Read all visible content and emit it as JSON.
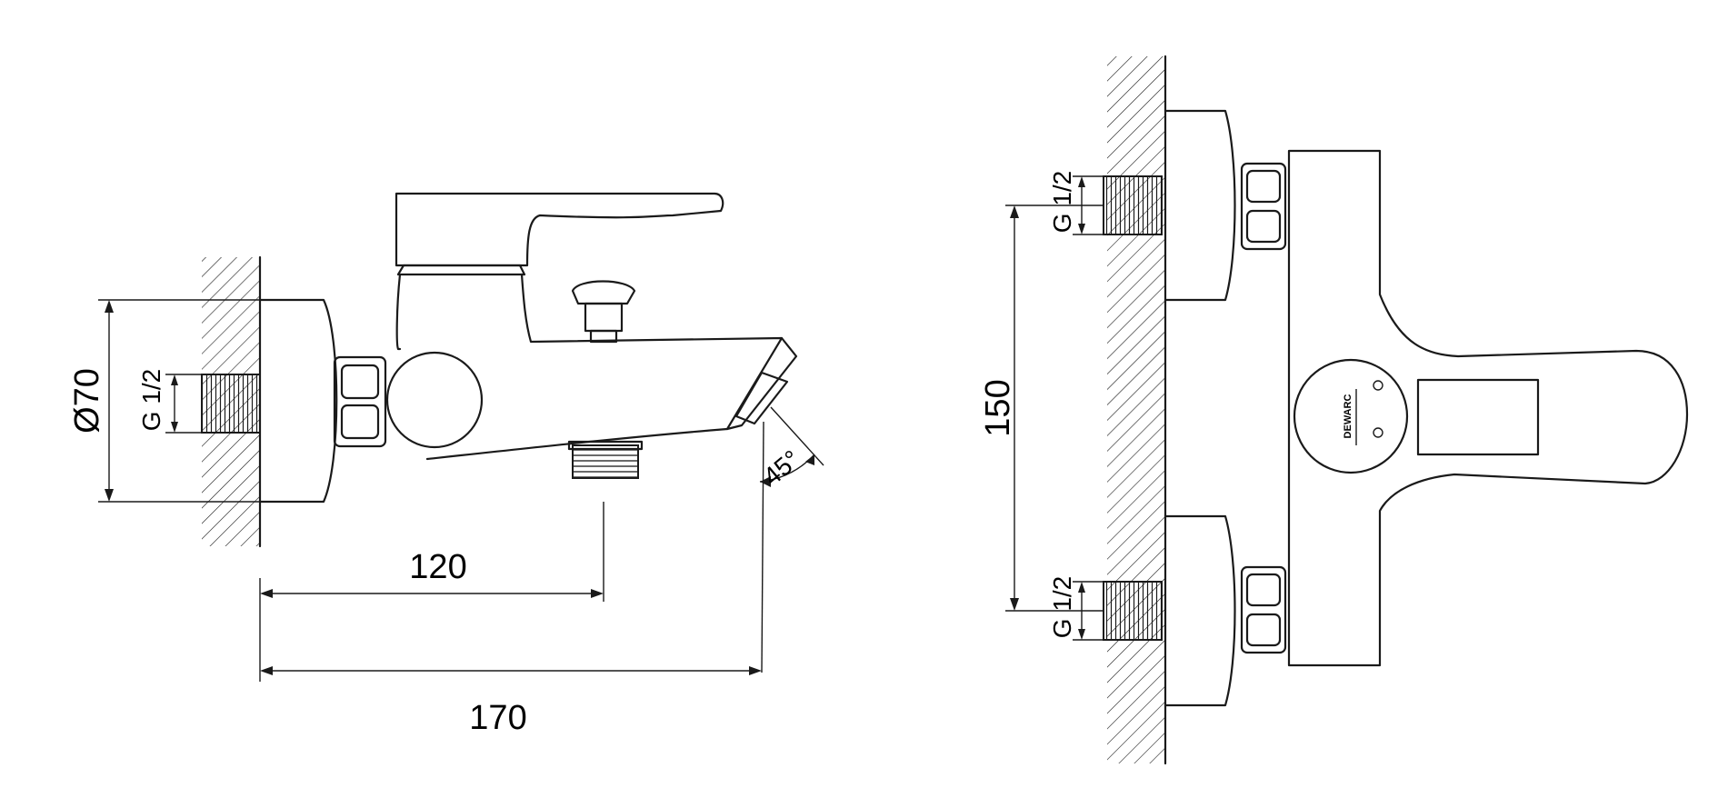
{
  "side_view": {
    "diameter_label": "Ø70",
    "thread_label": "G 1/2",
    "dim_spout_label": "120",
    "dim_total_label": "170",
    "angle_label": "45°"
  },
  "front_view": {
    "thread_top_label": "G 1/2",
    "thread_bottom_label": "G 1/2",
    "dim_center_label": "150",
    "logo_text": "DEWARC"
  },
  "colors": {
    "line": "#1a1a1a",
    "background": "#ffffff"
  }
}
